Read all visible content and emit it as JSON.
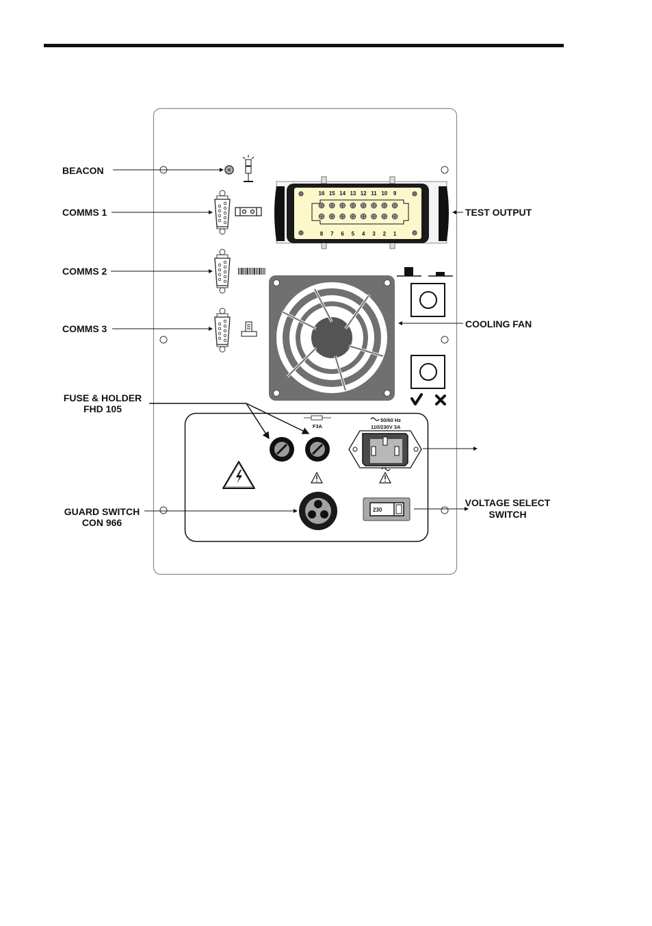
{
  "labels": {
    "beacon": "BEACON",
    "comms1": "COMMS 1",
    "comms2": "COMMS 2",
    "comms3": "COMMS 3",
    "fuse_holder_line1": "FUSE & HOLDER",
    "fuse_holder_line2": "FHD 105",
    "guard_switch_line1": "GUARD SWITCH",
    "guard_switch_line2": "CON 966",
    "test_output": "TEST OUTPUT",
    "cooling_fan": "COOLING FAN",
    "voltage_select_line1": "VOLTAGE SELECT",
    "voltage_select_line2": "SWITCH"
  },
  "connector": {
    "top_pins": [
      "16",
      "15",
      "14",
      "13",
      "12",
      "11",
      "10",
      "9"
    ],
    "bottom_pins": [
      "8",
      "7",
      "6",
      "5",
      "4",
      "3",
      "2",
      "1"
    ]
  },
  "fuse": {
    "rating": "F3A"
  },
  "power_inlet": {
    "line1": "50/60 Hz",
    "line2": "110/230V 3A"
  },
  "voltage_switch": {
    "value": "230"
  },
  "colors": {
    "connector_face": "#fcf8cc",
    "connector_housing": "#1a1a1a",
    "fan_frame": "#707070",
    "fan_hub": "#545454",
    "plate_border": "#8a8a8a"
  },
  "icons": [
    "beacon-icon",
    "printer-icon",
    "barcode-icon",
    "keyboard-icon",
    "electrical-hazard-icon",
    "warning-icon",
    "fuse-symbol-icon",
    "ac-symbol-icon",
    "check-icon",
    "cross-icon"
  ]
}
